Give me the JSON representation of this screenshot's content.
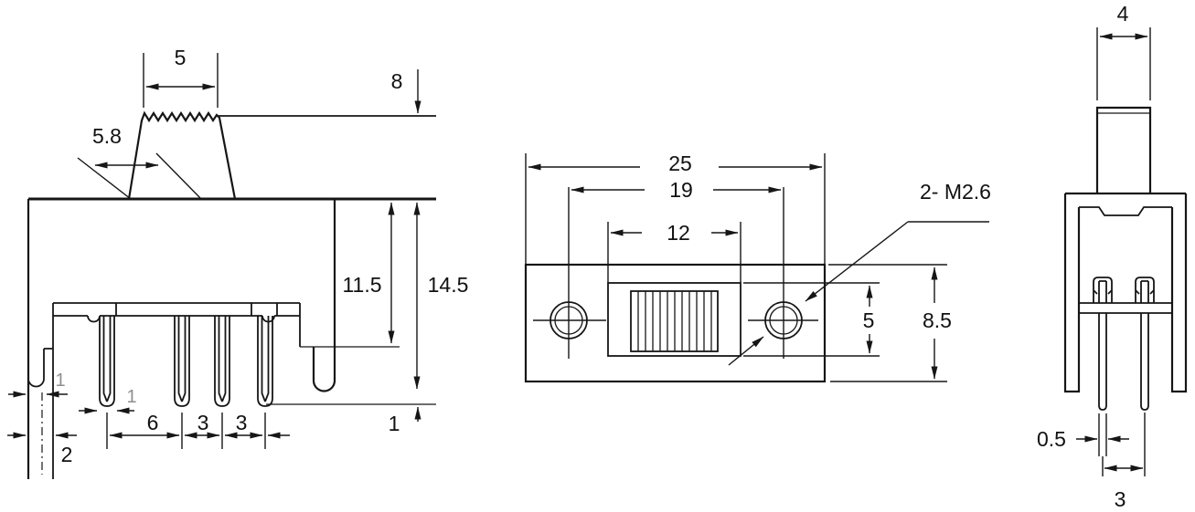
{
  "drawing": {
    "type": "slide switch dimensional drawing",
    "background": "#ffffff",
    "ink": "#161616",
    "views": {
      "front": "front-view",
      "top": "top-view",
      "side": "side-view"
    },
    "labels": {
      "front_knob_width": "5",
      "front_travel": "5.8",
      "front_knob_height": "8",
      "front_seat_height": "11.5",
      "front_overall_height": "14.5",
      "front_tab_width": "1",
      "front_pin_width": "1",
      "front_pitch_1": "6",
      "front_pitch_2": "3",
      "front_pitch_3": "3",
      "front_bracket_width": "2",
      "front_pin_protrusion": "1",
      "top_body_length": "25",
      "top_hole_pitch": "19",
      "top_window_length": "12",
      "top_thread_note": "2- M2.6",
      "top_window_width": "5",
      "top_body_width": "8.5",
      "side_knob_thickness": "4",
      "side_pin_thickness": "0.5",
      "side_pin_pitch": "3"
    }
  }
}
